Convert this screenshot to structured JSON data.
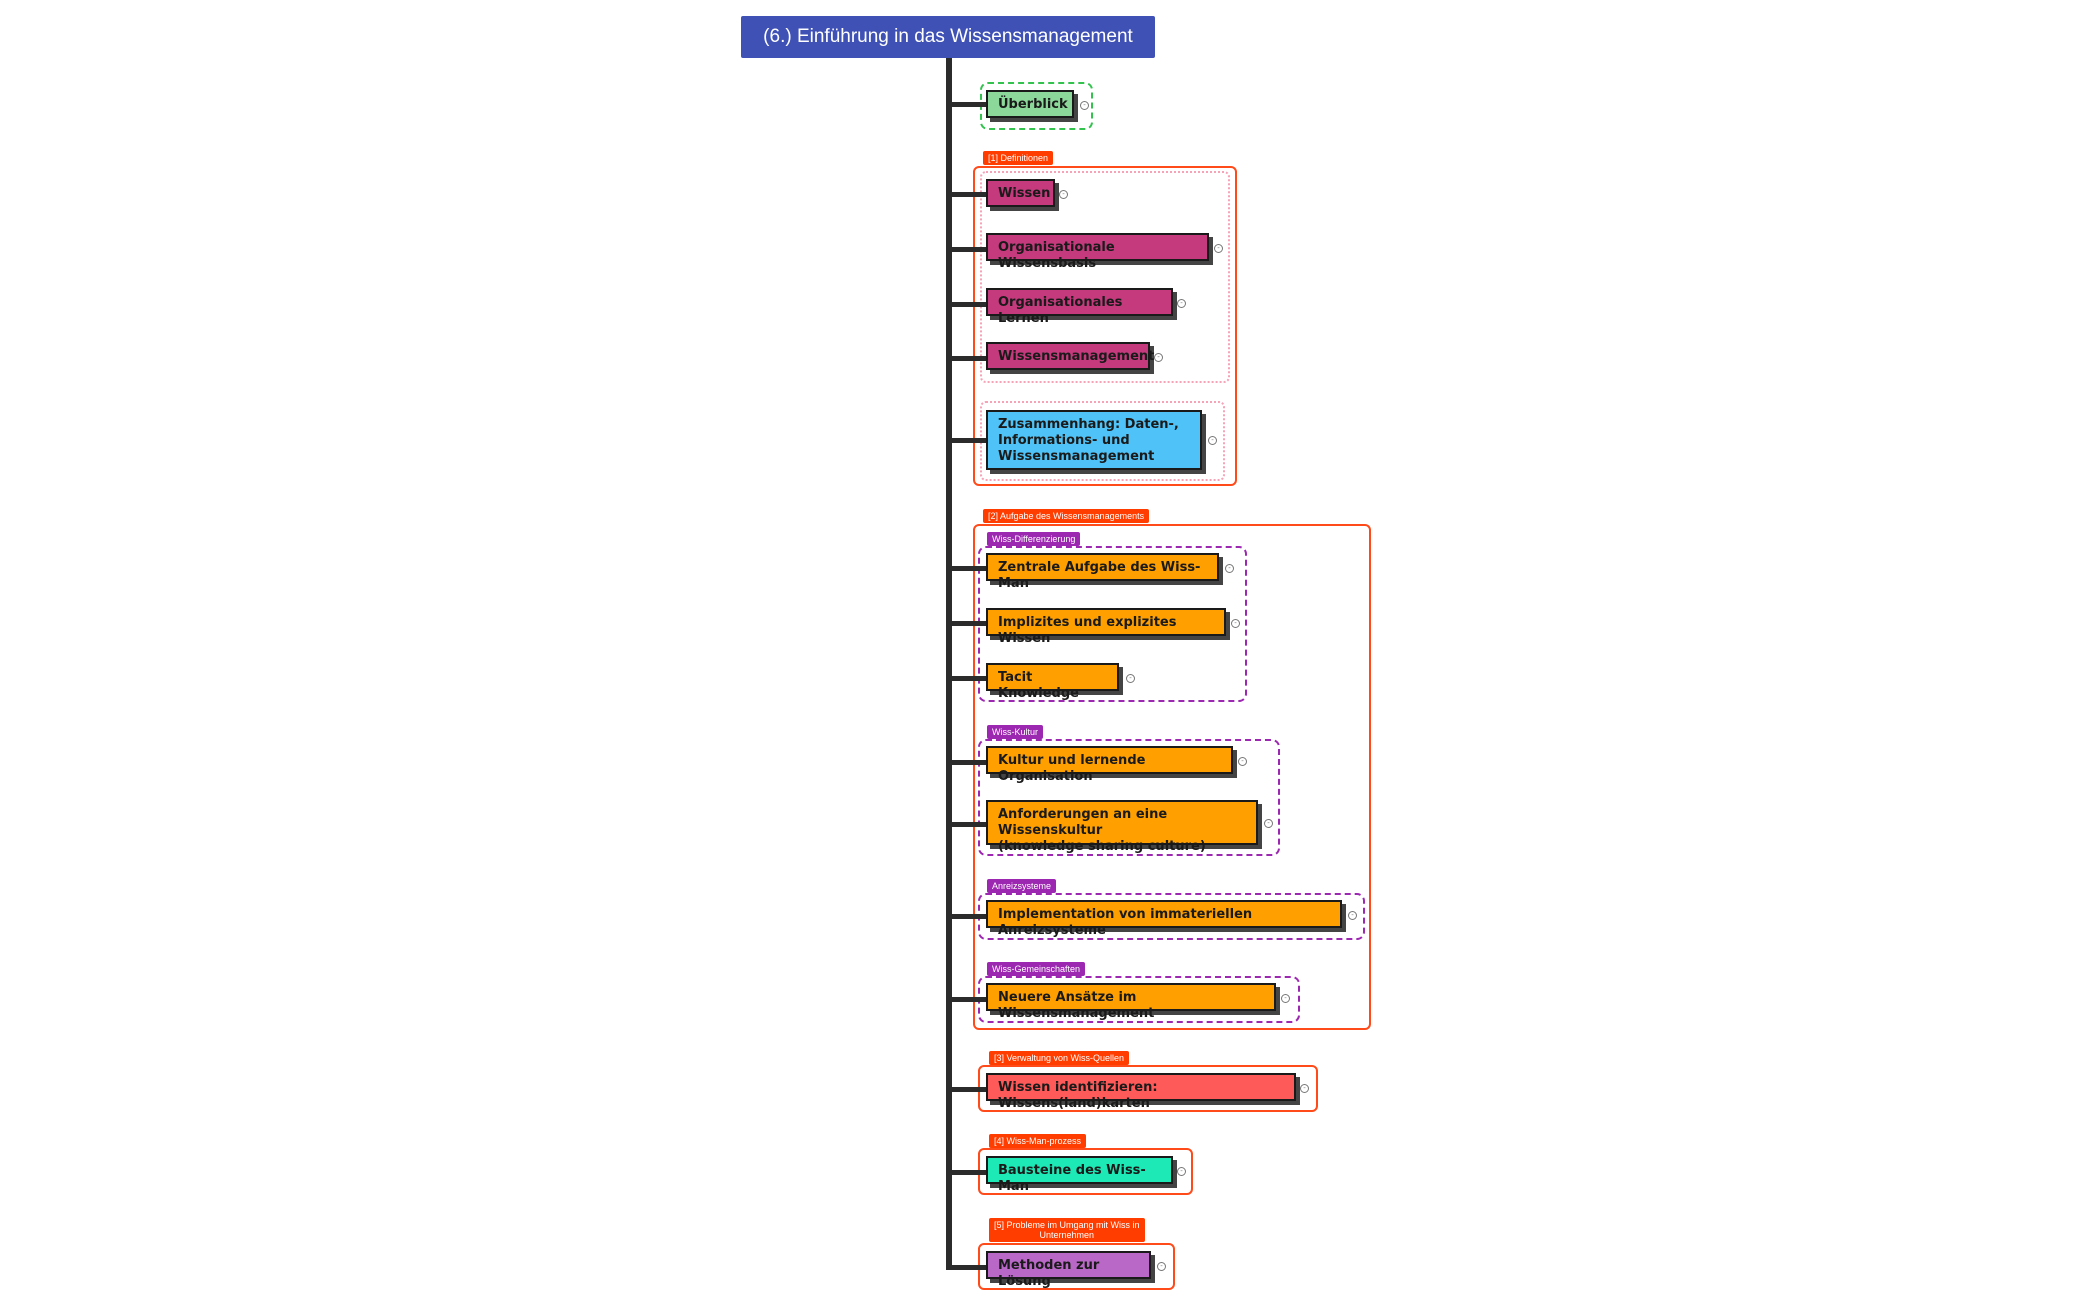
{
  "title": "(6.) Einführung in das Wissensmanagement",
  "overview": {
    "label": "Überblick",
    "color": "#8bd89a"
  },
  "groups": {
    "definitionen": "[1] Definitionen",
    "aufgabe": "[2] Aufgabe des Wissensmanagements",
    "verwaltung": "[3] Verwaltung von Wiss-Quellen",
    "prozess": "[4] Wiss-Man-prozess",
    "probleme_line1": "[5] Probleme im Umgang mit Wiss in",
    "probleme_line2": "Unternehmen"
  },
  "subgroups": {
    "differenzierung": "Wiss-Differenzierung",
    "kultur": "Wiss-Kultur",
    "anreiz": "Anreizsysteme",
    "gemeinschaften": "Wiss-Gemeinschaften"
  },
  "nodes": {
    "wissen": "Wissen",
    "org_wissensbasis": "Organisationale Wissensbasis",
    "org_lernen": "Organisationales Lernen",
    "wissensmanagement": "Wissensmanagement",
    "zusammenhang_1": "Zusammenhang: Daten-,",
    "zusammenhang_2": "Informations- und",
    "zusammenhang_3": "Wissensmanagement",
    "zentrale_aufgabe": "Zentrale Aufgabe des Wiss-Man",
    "implizit": "Implizites und explizites Wissen",
    "tacit": "Tacit Knowledge",
    "kultur": "Kultur und lernende Organisation",
    "anforderungen_1": "Anforderungen an eine Wissenskultur",
    "anforderungen_2": "(knowledge sharing culture)",
    "anreiz": "Implementation von immateriellen Anreizsysteme",
    "neuere": "Neuere Ansätze im Wissensmanagement",
    "identifizieren": "Wissen identifizieren: Wissens(land)karten",
    "bausteine": "Bausteine des Wiss-Man",
    "methoden": "Methoden zur Lösung"
  },
  "colors": {
    "title": "#3f51b5",
    "definitions": "#c43a7c",
    "zusammenhang": "#4fc3f7",
    "aufgabe": "#ffa000",
    "verwaltung": "#ff5a5a",
    "prozess": "#1de9b6",
    "probleme": "#ba68c8",
    "group_border": "#ff4a1a",
    "subgroup_border": "#9c27b0"
  }
}
